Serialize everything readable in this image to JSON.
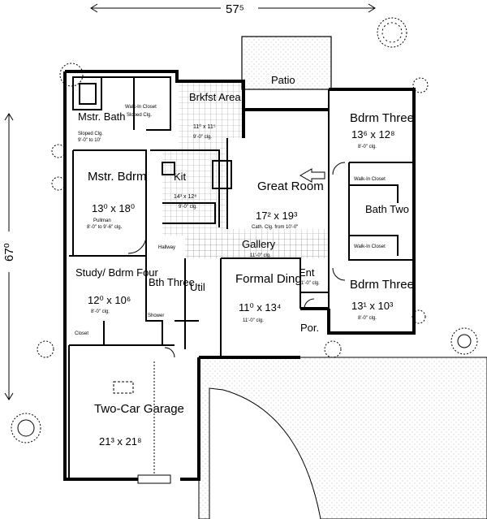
{
  "overall": {
    "width": "57⁵",
    "depth": "67⁰"
  },
  "rooms": {
    "patio": {
      "name": "Patio"
    },
    "brkfst": {
      "name": "Brkfst Area",
      "size": "11⁰ x 11⁵",
      "note": "9'-0\" clg."
    },
    "mstr_bath": {
      "name": "Mstr. Bath",
      "note1": "Sloped Clg.",
      "note2": "9'-0\" to 10'"
    },
    "walkin_mstr": {
      "name": "Walk-In Closet",
      "note": "Sloped Clg."
    },
    "mstr_bdrm": {
      "name": "Mstr. Bdrm",
      "size": "13⁰ x 18⁰",
      "note1": "Pullman",
      "note2": "8'-0\" to 9'-6\" clg."
    },
    "kit": {
      "name": "Kit",
      "size": "14³ x 12⁸",
      "note": "9'-0\" clg."
    },
    "great_room": {
      "name": "Great Room",
      "size": "17² x 19³",
      "note": "Cath. Clg. from 10'-0\""
    },
    "bdrm_three_top": {
      "name": "Bdrm Three",
      "size": "13⁶ x 12⁸",
      "note": "8'-0\" clg."
    },
    "walkin_top": {
      "name": "Walk-In Closet"
    },
    "bath_two": {
      "name": "Bath Two"
    },
    "walkin_bottom": {
      "name": "Walk-In Closet"
    },
    "hallway": {
      "name": "Hallway"
    },
    "gallery": {
      "name": "Gallery",
      "note": "11'-0\" clg."
    },
    "study": {
      "name": "Study/ Bdrm Four",
      "size": "12⁰ x 10⁶",
      "note": "8'-0\" clg."
    },
    "bath_three": {
      "name": "Bth Three"
    },
    "shower": {
      "name": "Shower"
    },
    "util": {
      "name": "Util"
    },
    "formal_ding": {
      "name": "Formal Ding",
      "size": "11⁰ x 13⁴",
      "note": "11'-0\" clg."
    },
    "ent": {
      "name": "Ent",
      "note": "11'-0\" clg."
    },
    "bdrm_three_bottom": {
      "name": "Bdrm Three",
      "size": "13¹ x 10³",
      "note": "8'-0\" clg."
    },
    "closet": {
      "name": "Closet"
    },
    "por": {
      "name": "Por."
    },
    "garage": {
      "name": "Two-Car Garage",
      "size": "21³ x 21⁸"
    }
  }
}
